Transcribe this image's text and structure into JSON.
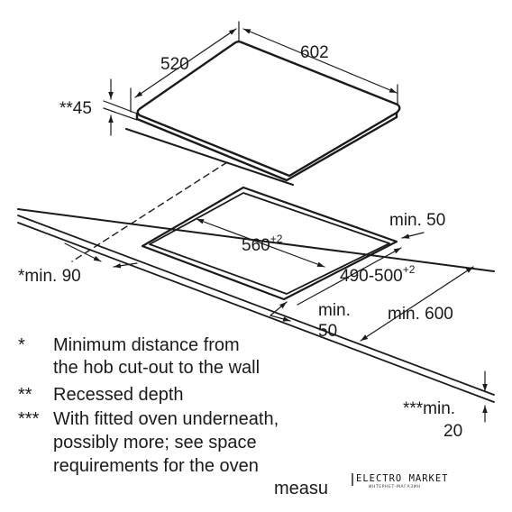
{
  "hob": {
    "depth": "520",
    "width": "602",
    "recessed_depth": "**45"
  },
  "cutout": {
    "width_base": "560",
    "width_tol": "+2",
    "depth_base": "490-500",
    "depth_tol": "+2"
  },
  "clearances": {
    "wall_side": "*min. 90",
    "rear": "min. 50",
    "front_line1": "min.",
    "front_line2": "50",
    "worktop_depth": "min. 600",
    "worktop_thickness_line1": "***min.",
    "worktop_thickness_line2": "20"
  },
  "notes": [
    {
      "mark": "*",
      "lines": [
        "Minimum distance from",
        "the hob cut-out to the wall"
      ]
    },
    {
      "mark": "**",
      "lines": [
        "Recessed depth"
      ]
    },
    {
      "mark": "***",
      "lines": [
        "With fitted oven underneath,",
        "possibly more; see space",
        "requirements for the oven",
        "measu"
      ]
    }
  ],
  "logo": {
    "main": "ELECTRO MARKET",
    "sub": "ИНТЕРНЕТ-МАГАЗИН"
  }
}
